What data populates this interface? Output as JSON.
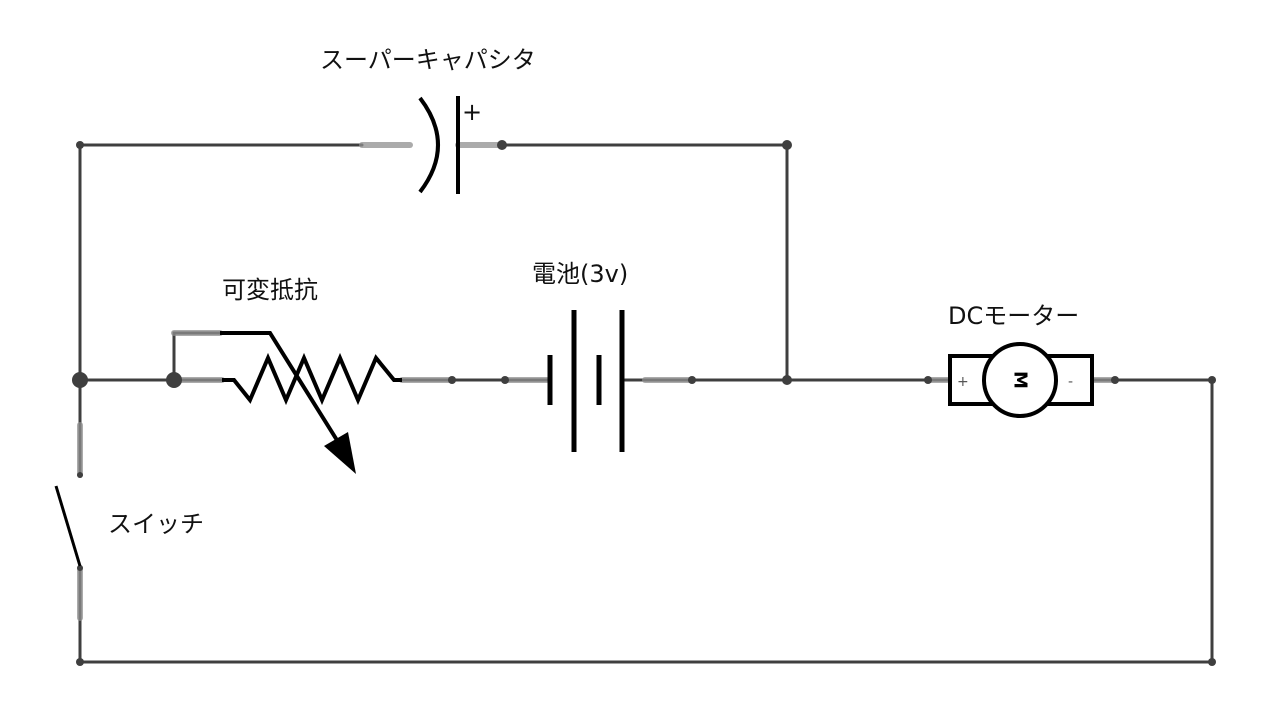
{
  "labels": {
    "supercapacitor": "スーパーキャパシタ",
    "capacitor_plus": "+",
    "variable_resistor": "可変抵抗",
    "battery": "電池(3v)",
    "dc_motor": "DCモーター",
    "motor_plus": "+",
    "motor_minus": "-",
    "motor_letter": "M",
    "switch": "スイッチ"
  },
  "colors": {
    "wire": "#3f3f3f",
    "lead": "#8f8f8f",
    "component": "#000000",
    "background": "#ffffff"
  }
}
